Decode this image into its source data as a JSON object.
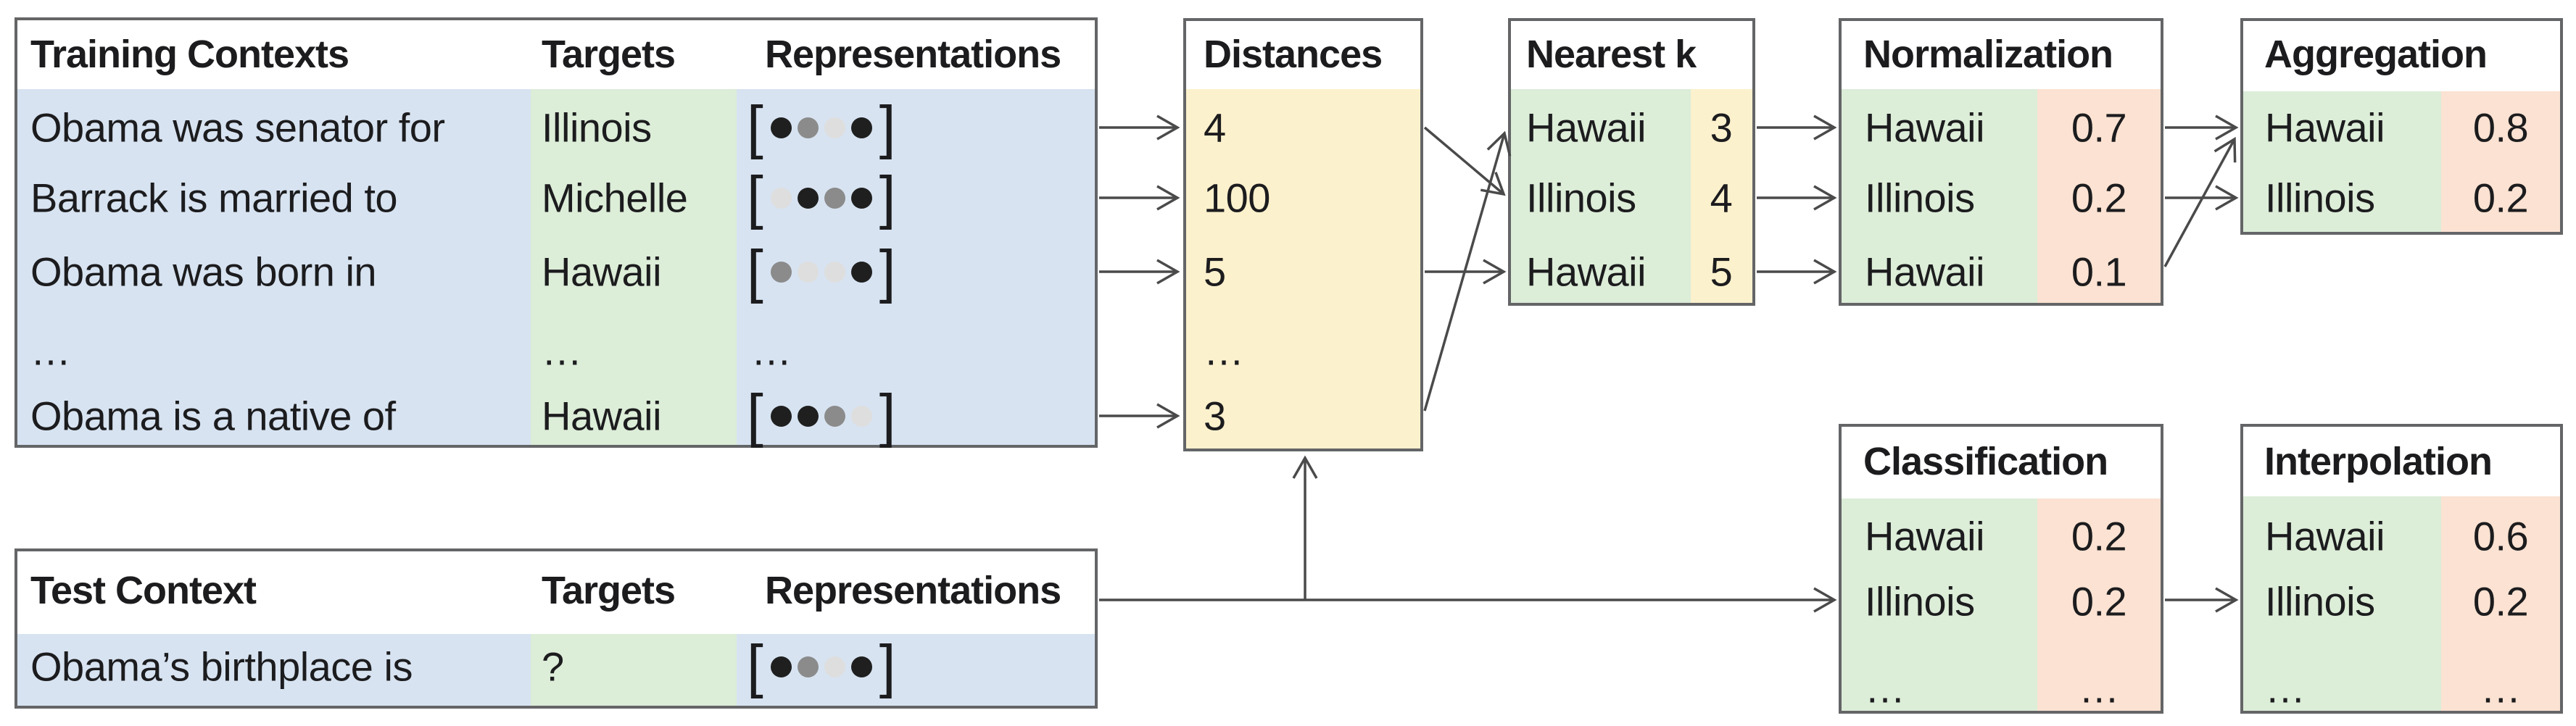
{
  "palette": {
    "context_blue": "#d7e3f1",
    "target_green": "#dcedd8",
    "distance_yellow": "#fcf1cd",
    "probability_salmon": "#fbe2d2",
    "box_border_gray": "#646567",
    "arrow_gray": "#4a4a4a",
    "text_color": "#1c1c1e",
    "dot_black": "#1f1f1f",
    "dot_gray": "#8b8b8b",
    "dot_light": "#dedede"
  },
  "glyphs": {
    "bracket_open": "[",
    "bracket_close": "]"
  },
  "training_table": {
    "headers": [
      "Training Contexts",
      "Targets",
      "Representations"
    ],
    "rows": [
      {
        "context": "Obama was senator for",
        "target": "Illinois",
        "dots": [
          "black",
          "gray",
          "light",
          "black"
        ]
      },
      {
        "context": "Barrack is married to",
        "target": "Michelle",
        "dots": [
          "light",
          "black",
          "gray",
          "black"
        ]
      },
      {
        "context": "Obama was born in",
        "target": "Hawaii",
        "dots": [
          "gray",
          "light",
          "light",
          "black"
        ]
      },
      {
        "context": "…",
        "target": "…",
        "reps_text": "…"
      },
      {
        "context": "Obama is a native of",
        "target": "Hawaii",
        "dots": [
          "black",
          "black",
          "gray",
          "light"
        ]
      }
    ]
  },
  "distances": {
    "title": "Distances",
    "values": [
      "4",
      "100",
      "5",
      "…",
      "3"
    ]
  },
  "nearest_k": {
    "title": "Nearest k",
    "rows": [
      {
        "label": "Hawaii",
        "value": "3"
      },
      {
        "label": "Illinois",
        "value": "4"
      },
      {
        "label": "Hawaii",
        "value": "5"
      }
    ]
  },
  "normalization": {
    "title": "Normalization",
    "rows": [
      {
        "label": "Hawaii",
        "value": "0.7"
      },
      {
        "label": "Illinois",
        "value": "0.2"
      },
      {
        "label": "Hawaii",
        "value": "0.1"
      }
    ]
  },
  "aggregation": {
    "title": "Aggregation",
    "rows": [
      {
        "label": "Hawaii",
        "value": "0.8"
      },
      {
        "label": "Illinois",
        "value": "0.2"
      }
    ]
  },
  "test_table": {
    "headers": [
      "Test Context",
      "Targets",
      "Representations"
    ],
    "rows": [
      {
        "context": "Obama’s birthplace is",
        "target": "?",
        "dots": [
          "black",
          "gray",
          "light",
          "black"
        ]
      }
    ]
  },
  "classification": {
    "title": "Classification",
    "rows": [
      {
        "label": "Hawaii",
        "value": "0.2"
      },
      {
        "label": "Illinois",
        "value": "0.2"
      },
      {
        "label": "…",
        "value": "…"
      }
    ]
  },
  "interpolation": {
    "title": "Interpolation",
    "rows": [
      {
        "label": "Hawaii",
        "value": "0.6"
      },
      {
        "label": "Illinois",
        "value": "0.2"
      },
      {
        "label": "…",
        "value": "…"
      }
    ]
  }
}
